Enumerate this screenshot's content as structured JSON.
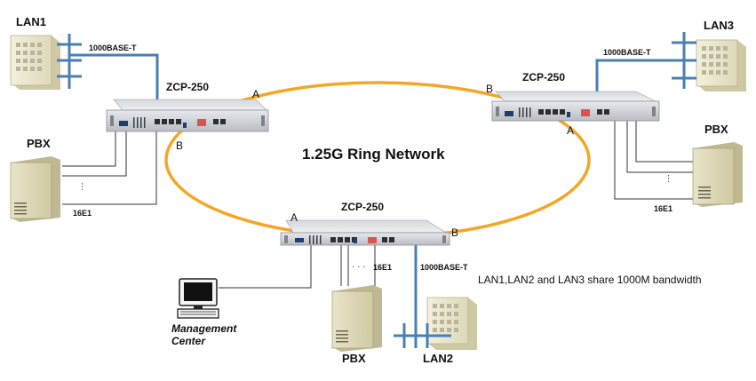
{
  "ring": {
    "title": "1.25G Ring Network"
  },
  "devices": {
    "left": {
      "name": "ZCP-250",
      "port_a": "A",
      "port_b": "B"
    },
    "right": {
      "name": "ZCP-250",
      "port_a": "A",
      "port_b": "B"
    },
    "bottom": {
      "name": "ZCP-250",
      "port_a": "A",
      "port_b": "B"
    }
  },
  "lans": {
    "lan1": "LAN1",
    "lan2": "LAN2",
    "lan3": "LAN3"
  },
  "links": {
    "lan1_speed": "1000BASE-T",
    "lan2_speed": "1000BASE-T",
    "lan3_speed": "1000BASE-T",
    "e1_left": "16E1",
    "e1_right": "16E1",
    "e1_bottom": "16E1"
  },
  "pbx": {
    "left": "PBX",
    "right": "PBX",
    "bottom": "PBX"
  },
  "management": {
    "line1": "Management",
    "line2": "Center"
  },
  "note": "LAN1,LAN2 and LAN3 share 1000M bandwidth",
  "colors": {
    "ring": "#f5a623",
    "ethernet": "#4a7fb5",
    "lines": "#333333"
  }
}
